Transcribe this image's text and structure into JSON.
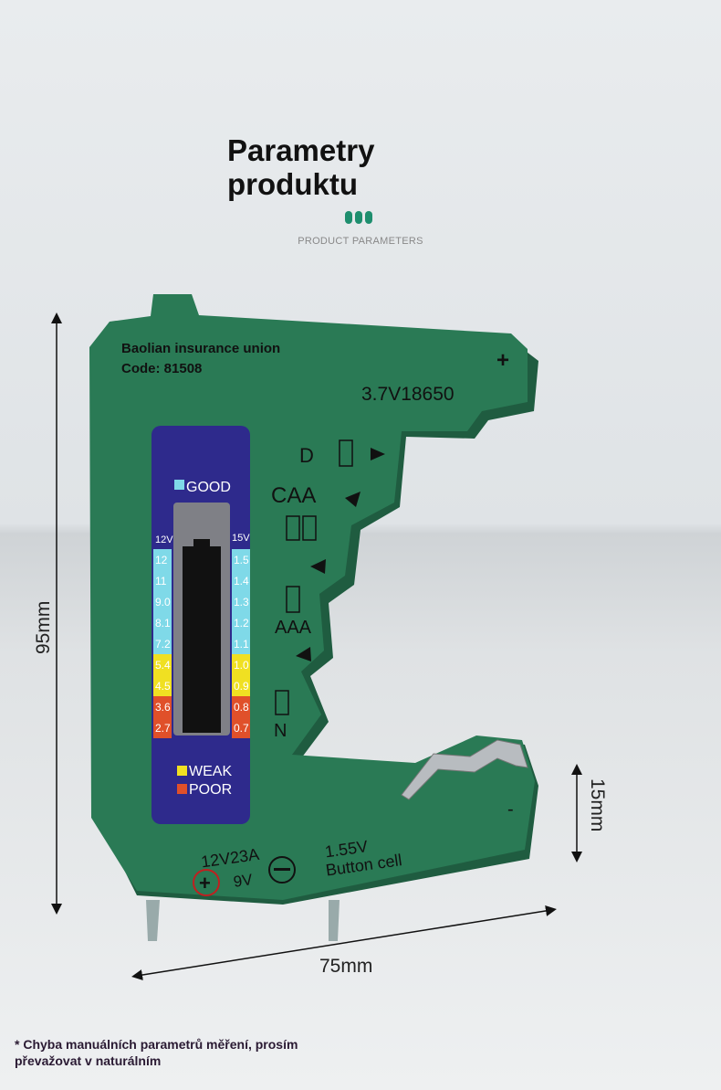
{
  "header": {
    "title_line1": "Parametry",
    "title_line2": "produktu",
    "subtitle": "PRODUCT PARAMETERS"
  },
  "device": {
    "brand": "Baolian insurance union",
    "code": "Code: 81508",
    "plus": "+",
    "minus": "-",
    "top_slot": "3.7V18650",
    "slot_d": "D",
    "slot_c": "CAA",
    "slot_aaa": "AAA",
    "slot_n": "N",
    "good": "GOOD",
    "weak": "WEAK",
    "poor": "POOR",
    "left_scale_header": "12V",
    "right_scale_header": "15V",
    "left_scale": [
      "12",
      "11",
      "9.0",
      "8.1",
      "7.2",
      "5.4",
      "4.5",
      "3.6",
      "2.7"
    ],
    "right_scale": [
      "1.5",
      "1.4",
      "1.3",
      "1.2",
      "1.1",
      "1.0",
      "0.9",
      "0.8",
      "0.7"
    ],
    "bottom_12v": "12V23A",
    "bottom_9v": "9V",
    "bottom_155": "1.55V",
    "bottom_button": "Button cell",
    "colors": {
      "body": "#2a7a55",
      "panel": "#2e2a8c",
      "good": "#7fd9e8",
      "weak": "#f0e022",
      "poor": "#e0502a"
    }
  },
  "dimensions": {
    "height": "95mm",
    "width": "75mm",
    "depth": "15mm"
  },
  "footnote": {
    "line1": "* Chyba manuálních parametrů měření, prosím",
    "line2": "převažovat v naturálním"
  }
}
